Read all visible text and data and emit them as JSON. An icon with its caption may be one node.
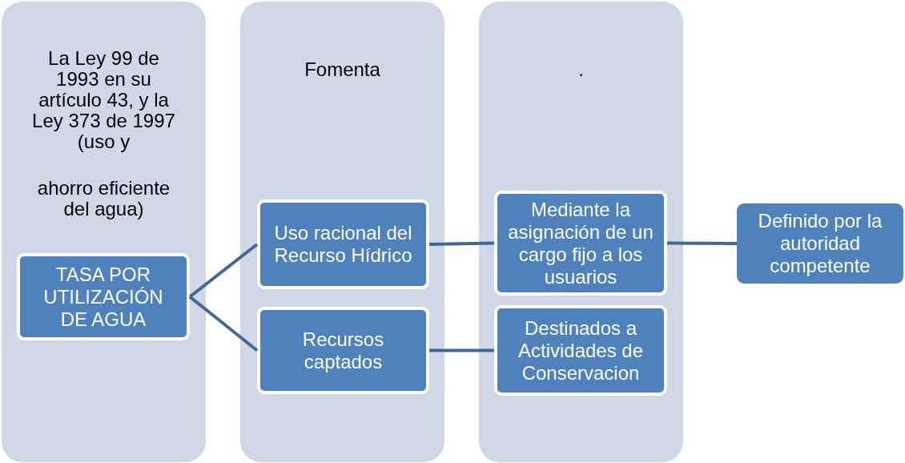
{
  "diagram": {
    "nodes": [
      {
        "text": [
          "La Ley 99 de 1993 en su artículo 43, y la Ley 373 de 1997 (uso y",
          "ahorro eficiente del agua)"
        ]
      },
      {
        "text": [
          "TASA POR UTILIZACIÓN DE AGUA"
        ],
        "in": 0
      },
      {
        "text": [
          "Fomenta"
        ]
      },
      {
        "text": [
          "Uso racional del Recurso Hídrico"
        ],
        "in": 2
      },
      {
        "text": [
          "Recursos captados"
        ],
        "in": 2
      },
      {
        "text": [
          "."
        ]
      },
      {
        "text": [
          "Mediante la asignación de un cargo fijo a los usuarios"
        ],
        "in": 5
      },
      {
        "text": [
          "Destinados a Actividades de Conservacion"
        ],
        "in": 5
      },
      {
        "text": [
          "Definido por la autoridad competente"
        ]
      }
    ],
    "edges": [
      {
        "from": 1,
        "to": 3,
        "arrow": "none"
      },
      {
        "from": 1,
        "to": 4,
        "arrow": "none"
      },
      {
        "from": 3,
        "to": 6,
        "arrow": "none"
      },
      {
        "from": 4,
        "to": 7,
        "arrow": "none"
      },
      {
        "from": 6,
        "to": 8,
        "arrow": "none"
      }
    ]
  }
}
